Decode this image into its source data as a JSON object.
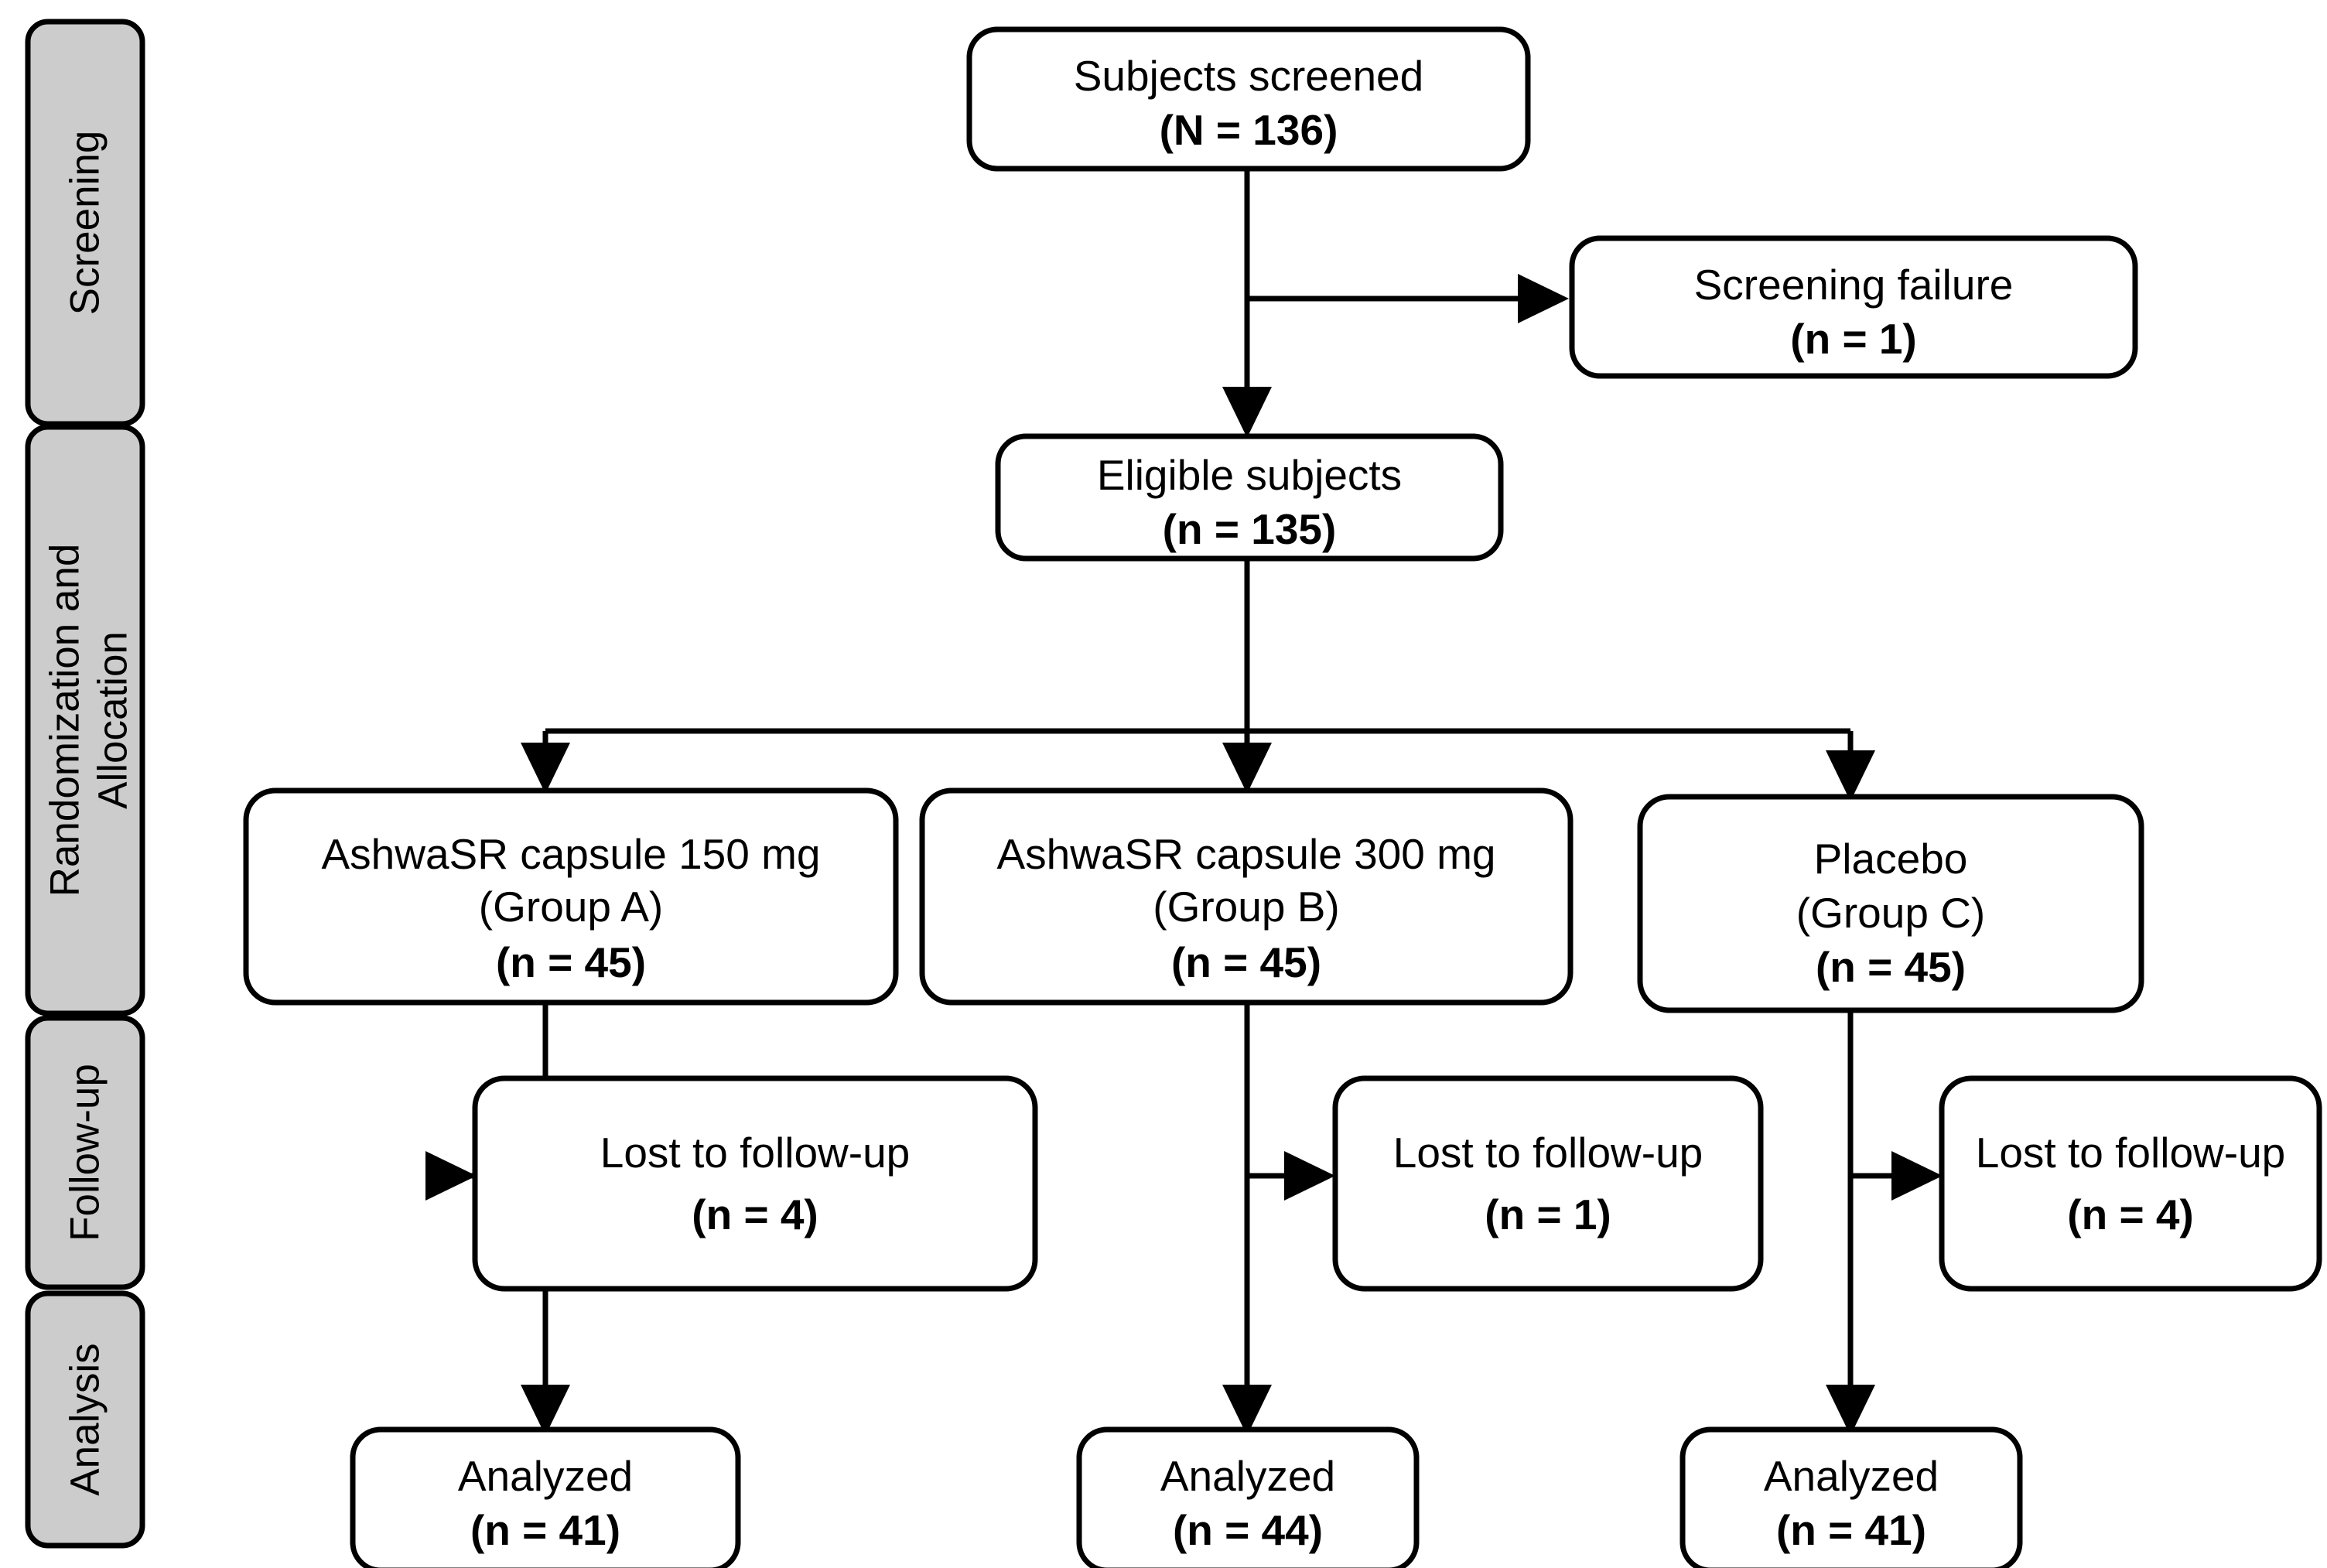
{
  "figure": {
    "kind": "consort-flow-diagram",
    "background_color": "#ffffff",
    "stage_fill_color": "#cccccc",
    "node_fill_color": "#ffffff",
    "stroke_color": "#000000"
  },
  "stages": [
    {
      "id": "screening",
      "label": "Screening"
    },
    {
      "id": "randomization",
      "label": "Randomization and Allocation",
      "lines": [
        "Randomization and",
        "Allocation"
      ]
    },
    {
      "id": "followup",
      "label": "Follow-up"
    },
    {
      "id": "analysis",
      "label": "Analysis"
    }
  ],
  "nodes": {
    "screened": {
      "line1": "Subjects screened",
      "line2": "(N = 136)"
    },
    "screening_failure": {
      "line1": "Screening failure",
      "line2": "(n = 1)"
    },
    "eligible": {
      "line1": "Eligible subjects",
      "line2": "(n = 135)"
    },
    "group_a": {
      "line1": "AshwaSR capsule 150 mg",
      "line2": "(Group A)",
      "line3": "(n = 45)"
    },
    "group_b": {
      "line1": "AshwaSR capsule 300 mg",
      "line2": "(Group B)",
      "line3": "(n = 45)"
    },
    "group_c": {
      "line1": "Placebo",
      "line2": "(Group C)",
      "line3": "(n = 45)"
    },
    "lost_a": {
      "line1": "Lost to follow-up",
      "line2": "(n = 4)"
    },
    "lost_b": {
      "line1": "Lost to follow-up",
      "line2": "(n = 1)"
    },
    "lost_c": {
      "line1": "Lost to follow-up",
      "line2": "(n = 4)"
    },
    "analyzed_a": {
      "line1": "Analyzed",
      "line2": "(n = 41)"
    },
    "analyzed_b": {
      "line1": "Analyzed",
      "line2": "(n = 44)"
    },
    "analyzed_c": {
      "line1": "Analyzed",
      "line2": "(n = 41)"
    }
  },
  "chart_data": {
    "type": "diagram",
    "title": "CONSORT participant flow",
    "flow": [
      {
        "stage": "Screening",
        "node": "Subjects screened",
        "count_label": "N = 136",
        "count": 136
      },
      {
        "stage": "Screening",
        "node": "Screening failure",
        "count_label": "n = 1",
        "count": 1
      },
      {
        "stage": "Screening",
        "node": "Eligible subjects",
        "count_label": "n = 135",
        "count": 135
      },
      {
        "stage": "Randomization and Allocation",
        "node": "AshwaSR capsule 150 mg (Group A)",
        "count_label": "n = 45",
        "count": 45
      },
      {
        "stage": "Randomization and Allocation",
        "node": "AshwaSR capsule 300 mg (Group B)",
        "count_label": "n = 45",
        "count": 45
      },
      {
        "stage": "Randomization and Allocation",
        "node": "Placebo (Group C)",
        "count_label": "n = 45",
        "count": 45
      },
      {
        "stage": "Follow-up",
        "node": "Lost to follow-up (Group A)",
        "count_label": "n = 4",
        "count": 4
      },
      {
        "stage": "Follow-up",
        "node": "Lost to follow-up (Group B)",
        "count_label": "n = 1",
        "count": 1
      },
      {
        "stage": "Follow-up",
        "node": "Lost to follow-up (Group C)",
        "count_label": "n = 4",
        "count": 4
      },
      {
        "stage": "Analysis",
        "node": "Analyzed (Group A)",
        "count_label": "n = 41",
        "count": 41
      },
      {
        "stage": "Analysis",
        "node": "Analyzed (Group B)",
        "count_label": "n = 44",
        "count": 44
      },
      {
        "stage": "Analysis",
        "node": "Analyzed (Group C)",
        "count_label": "n = 41",
        "count": 41
      }
    ],
    "edges": [
      {
        "from": "Subjects screened",
        "to": "Screening failure"
      },
      {
        "from": "Subjects screened",
        "to": "Eligible subjects"
      },
      {
        "from": "Eligible subjects",
        "to": "AshwaSR capsule 150 mg (Group A)"
      },
      {
        "from": "Eligible subjects",
        "to": "AshwaSR capsule 300 mg (Group B)"
      },
      {
        "from": "Eligible subjects",
        "to": "Placebo (Group C)"
      },
      {
        "from": "AshwaSR capsule 150 mg (Group A)",
        "to": "Lost to follow-up (Group A)"
      },
      {
        "from": "AshwaSR capsule 150 mg (Group A)",
        "to": "Analyzed (Group A)"
      },
      {
        "from": "AshwaSR capsule 300 mg (Group B)",
        "to": "Lost to follow-up (Group B)"
      },
      {
        "from": "AshwaSR capsule 300 mg (Group B)",
        "to": "Analyzed (Group B)"
      },
      {
        "from": "Placebo (Group C)",
        "to": "Lost to follow-up (Group C)"
      },
      {
        "from": "Placebo (Group C)",
        "to": "Analyzed (Group C)"
      }
    ]
  }
}
